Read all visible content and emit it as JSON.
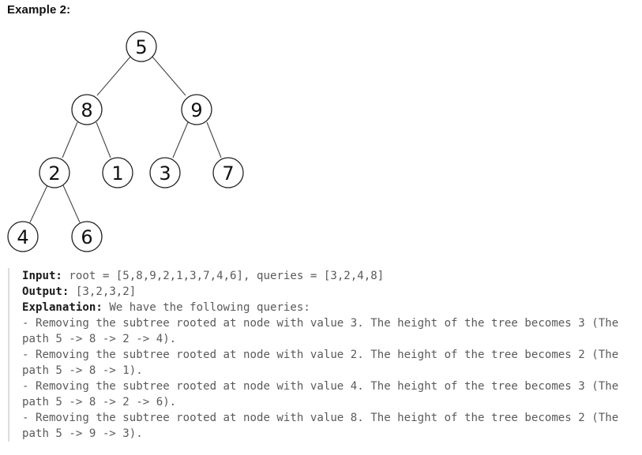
{
  "heading": "Example 2:",
  "tree": {
    "nodes": [
      {
        "id": "n5",
        "value": "5"
      },
      {
        "id": "n8",
        "value": "8"
      },
      {
        "id": "n9",
        "value": "9"
      },
      {
        "id": "n2",
        "value": "2"
      },
      {
        "id": "n1",
        "value": "1"
      },
      {
        "id": "n3",
        "value": "3"
      },
      {
        "id": "n7",
        "value": "7"
      },
      {
        "id": "n4",
        "value": "4"
      },
      {
        "id": "n6",
        "value": "6"
      }
    ]
  },
  "example": {
    "input_label": "Input:",
    "input_value": " root = [5,8,9,2,1,3,7,4,6], queries = [3,2,4,8]",
    "output_label": "Output:",
    "output_value": " [3,2,3,2]",
    "explanation_label": "Explanation:",
    "explanation_value": " We have the following queries:",
    "lines": [
      "- Removing the subtree rooted at node with value 3. The height of the tree becomes 3 (The",
      "path 5 -> 8 -> 2 -> 4).",
      "- Removing the subtree rooted at node with value 2. The height of the tree becomes 2 (The",
      "path 5 -> 8 -> 1).",
      "- Removing the subtree rooted at node with value 4. The height of the tree becomes 3 (The",
      "path 5 -> 8 -> 2 -> 6).",
      "- Removing the subtree rooted at node with value 8. The height of the tree becomes 2 (The",
      "path 5 -> 9 -> 3)."
    ]
  }
}
